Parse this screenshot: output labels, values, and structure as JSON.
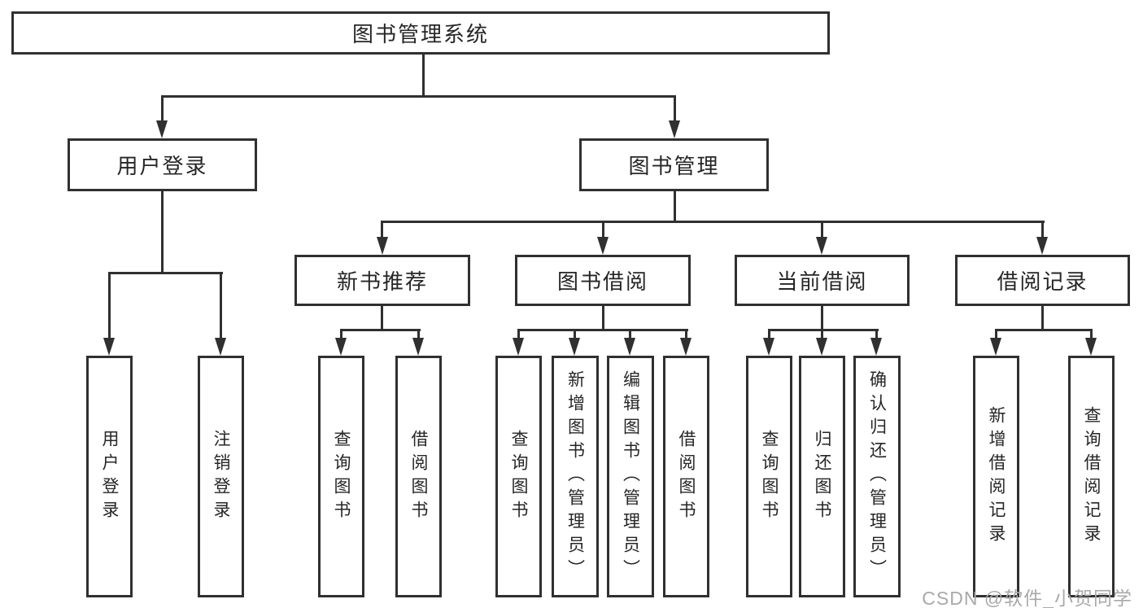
{
  "diagram": {
    "title": "图书管理系统",
    "watermark": "CSDN @软件_小贺同学",
    "colors": {
      "line": "#303030",
      "text": "#262626",
      "watermark": "#a9a9a9",
      "bg": "#ffffff"
    },
    "root": {
      "label": "图书管理系统",
      "children": [
        {
          "label": "用户登录",
          "children": [
            {
              "label": "用户登录"
            },
            {
              "label": "注销登录"
            }
          ]
        },
        {
          "label": "图书管理",
          "children": [
            {
              "label": "新书推荐",
              "children": [
                {
                  "label": "查询图书"
                },
                {
                  "label": "借阅图书"
                }
              ]
            },
            {
              "label": "图书借阅",
              "children": [
                {
                  "label": "查询图书"
                },
                {
                  "label": "新增图书（管理员）"
                },
                {
                  "label": "编辑图书（管理员）"
                },
                {
                  "label": "借阅图书"
                }
              ]
            },
            {
              "label": "当前借阅",
              "children": [
                {
                  "label": "查询图书"
                },
                {
                  "label": "归还图书"
                },
                {
                  "label": "确认归还（管理员）"
                }
              ]
            },
            {
              "label": "借阅记录",
              "children": [
                {
                  "label": "新增借阅记录"
                },
                {
                  "label": "查询借阅记录"
                }
              ]
            }
          ]
        }
      ]
    }
  }
}
